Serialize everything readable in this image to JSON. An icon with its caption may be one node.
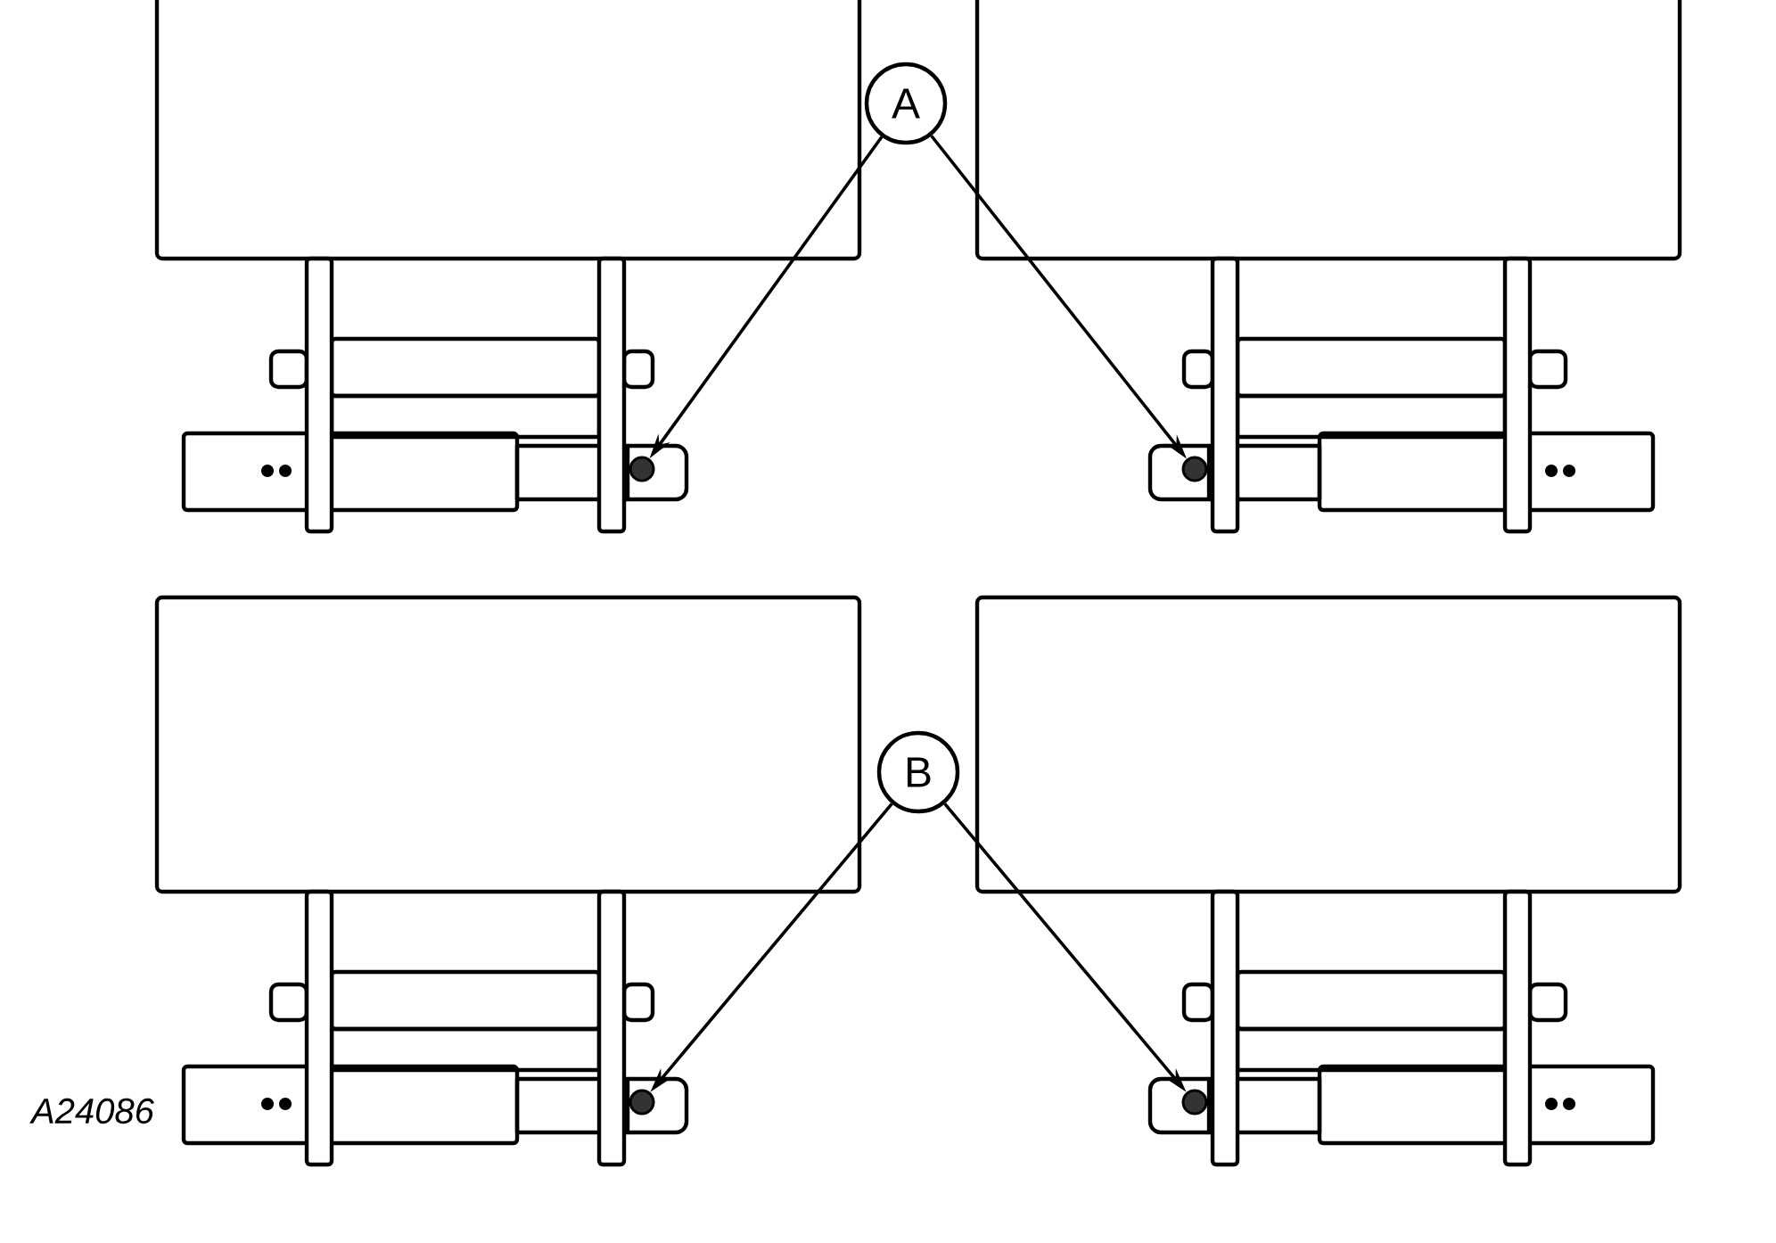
{
  "diagram": {
    "nodes": [
      {
        "text": [
          "A"
        ]
      },
      {
        "text": [],
        "shape": "circle"
      },
      {
        "text": [],
        "shape": "circle"
      },
      {
        "text": [
          "B"
        ]
      },
      {
        "text": [],
        "shape": "circle"
      },
      {
        "text": [],
        "shape": "circle"
      }
    ],
    "edges": [
      {
        "from": 0,
        "to": 1,
        "arrow": "to"
      },
      {
        "from": 0,
        "to": 2,
        "arrow": "to"
      },
      {
        "from": 3,
        "to": 4,
        "arrow": "to"
      },
      {
        "from": 3,
        "to": 5,
        "arrow": "to"
      }
    ],
    "labels": [
      "A24086"
    ]
  }
}
